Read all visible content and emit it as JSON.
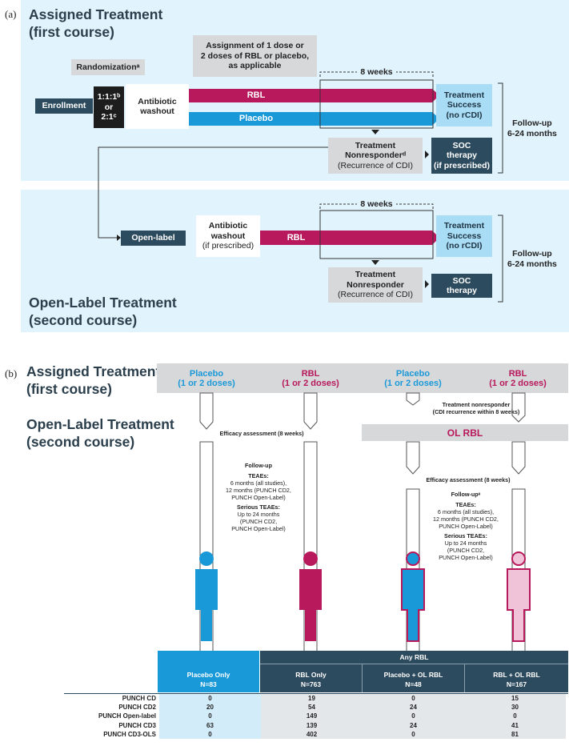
{
  "panel_a": {
    "letter": "(a)",
    "title_line1": "Assigned Treatment",
    "title_line2": "(first course)",
    "randomization": "Randomizationᵃ",
    "assignment": [
      "Assignment of 1 dose or",
      "2 doses of RBL or placebo,",
      "as applicable"
    ],
    "eight_weeks": "8 weeks",
    "enrollment": "Enrollment",
    "ratio": [
      "1:1:1ᵇ",
      "or",
      "2:1ᶜ"
    ],
    "washout": [
      "Antibiotic",
      "washout"
    ],
    "rbl_bar": "RBL",
    "placebo_bar": "Placebo",
    "success": [
      "Treatment",
      "Success",
      "(no rCDI)"
    ],
    "nonresponder": [
      "Treatment",
      "Nonresponderᵈ",
      "(Recurrence of CDI)"
    ],
    "soc": [
      "SOC",
      "therapy",
      "(if prescribed)"
    ],
    "followup": [
      "Follow-up",
      "6-24 months"
    ],
    "ol_title_line1": "Open-Label Treatment",
    "ol_title_line2": "(second course)",
    "open_label": "Open-label",
    "ol_washout": [
      "Antibiotic",
      "washout",
      "(if prescribed)"
    ],
    "ol_rbl_bar": "RBL",
    "ol_eight_weeks": "8 weeks",
    "ol_success": [
      "Treatment",
      "Success",
      "(no rCDI)"
    ],
    "ol_nonresponder": [
      "Treatment",
      "Nonresponder",
      "(Recurrence of CDI)"
    ],
    "ol_soc": [
      "SOC",
      "therapy"
    ],
    "ol_followup": [
      "Follow-up",
      "6-24 months"
    ]
  },
  "panel_b": {
    "letter": "(b)",
    "title_line1": "Assigned Treatment",
    "title_line2": "(first course)",
    "ol_title_line1": "Open-Label Treatment",
    "ol_title_line2": "(second course)",
    "headers": [
      {
        "name": "Placebo",
        "dose": "(1 or 2 doses)"
      },
      {
        "name": "RBL",
        "dose": "(1 or 2 doses)"
      },
      {
        "name": "Placebo",
        "dose": "(1 or 2 doses)"
      },
      {
        "name": "RBL",
        "dose": "(1 or 2 doses)"
      }
    ],
    "nonresponder_note": [
      "Treatment nonresponder",
      "(CDI recurrence within 8 weeks)"
    ],
    "efficacy_left": "Efficacy assessment (8 weeks)",
    "ol_rbl": "OL RBL",
    "efficacy_right": "Efficacy assessment (8 weeks)",
    "followup_left": {
      "title": "Follow-up",
      "teaes_title": "TEAEs:",
      "teaes": [
        "6 months (all studies),",
        "12 months (PUNCH CD2,",
        "PUNCH Open-Label)"
      ],
      "serious_title": "Serious TEAEs:",
      "serious": [
        "Up to 24 months",
        "(PUNCH CD2,",
        "PUNCH Open-Label)"
      ]
    },
    "followup_right": {
      "title": "Follow-upᵉ",
      "teaes_title": "TEAEs:",
      "teaes": [
        "6 months (all studies),",
        "12 months (PUNCH CD2,",
        "PUNCH Open-Label)"
      ],
      "serious_title": "Serious TEAEs:",
      "serious": [
        "Up to 24 months",
        "(PUNCH CD2,",
        "PUNCH Open-Label)"
      ]
    }
  },
  "table": {
    "any_rbl": "Any RBL",
    "columns": [
      {
        "name": "Placebo Only",
        "n": "N=83"
      },
      {
        "name": "RBL Only",
        "n": "N=763"
      },
      {
        "name": "Placebo + OL RBL",
        "n": "N=48"
      },
      {
        "name": "RBL + OL RBL",
        "n": "N=167"
      }
    ],
    "rows": [
      {
        "study": "PUNCH CD",
        "values": [
          "0",
          "19",
          "0",
          "15"
        ]
      },
      {
        "study": "PUNCH CD2",
        "values": [
          "20",
          "54",
          "24",
          "30"
        ]
      },
      {
        "study": "PUNCH Open-label",
        "values": [
          "0",
          "149",
          "0",
          "0"
        ]
      },
      {
        "study": "PUNCH CD3",
        "values": [
          "63",
          "139",
          "24",
          "41"
        ]
      },
      {
        "study": "PUNCH CD3-OLS",
        "values": [
          "0",
          "402",
          "0",
          "81"
        ]
      }
    ]
  },
  "colors": {
    "rbl": "#b8185c",
    "placebo": "#1a99d8",
    "navy": "#2d4b5e",
    "light_blue_bg": "#e1f3fc",
    "rbl_pale": "#f1c3d8"
  }
}
